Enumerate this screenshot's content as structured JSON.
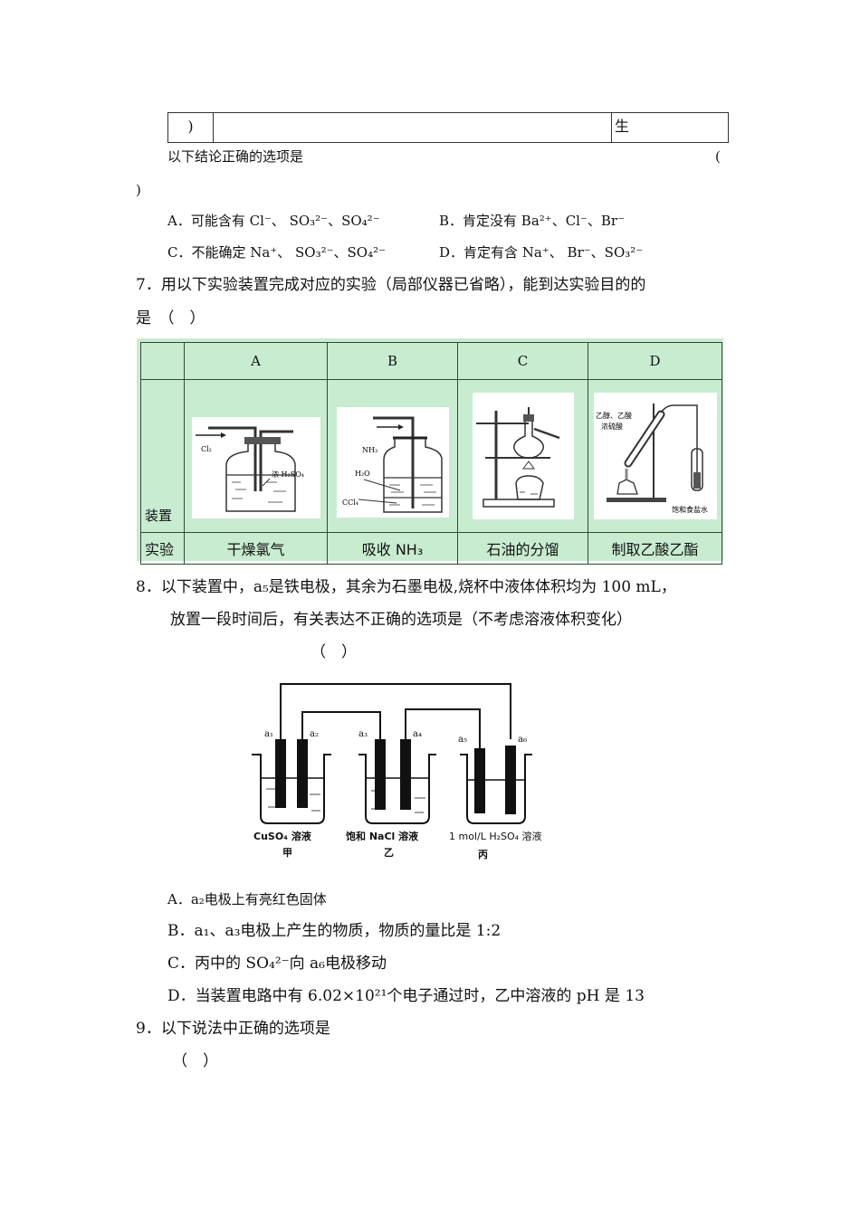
{
  "top_table": {
    "cells": [
      ")",
      "",
      "生"
    ]
  },
  "q6": {
    "stem": "以下结论正确的选项是",
    "paren_open": "(",
    "paren_close": ")",
    "options": [
      {
        "letter": "A．",
        "text": "可能含有 Cl⁻、 SO₃²⁻、SO₄²⁻"
      },
      {
        "letter": "B．",
        "text": "肯定没有 Ba²⁺、Cl⁻、Br⁻"
      },
      {
        "letter": "C．",
        "text": "不能确定 Na⁺、 SO₃²⁻、SO₄²⁻"
      },
      {
        "letter": "D．",
        "text": "肯定有含 Na⁺、 Br⁻、SO₃²⁻"
      }
    ]
  },
  "q7": {
    "stem_line1": "7．用以下实验装置完成对应的实验（局部仪器已省略），能到达实验目的的",
    "stem_line2": "是　（　）",
    "table": {
      "header": [
        "",
        "A",
        "B",
        "C",
        "D"
      ],
      "row_apparatus_label": "装置",
      "row_experiment_label": "实验",
      "experiments": [
        "干燥氯气",
        "吸收 NH₃",
        "石油的分馏",
        "制取乙酸乙酯"
      ],
      "figure_labels": {
        "A": [
          "Cl₂",
          "浓 H₂SO₄"
        ],
        "B": [
          "NH₃",
          "H₂O",
          "CCl₄"
        ],
        "C": [],
        "D": [
          "乙醇、乙酸",
          "浓硫酸",
          "饱和食盐水"
        ]
      },
      "colors": {
        "background": "#c8ecd0",
        "border": "#2f4a35"
      }
    }
  },
  "q8": {
    "stem_line1": "8．以下装置中，a₅是铁电极，其余为石墨电极,烧杯中液体体积均为 100 mL，",
    "stem_line2": "放置一段时间后，有关表达不正确的选项是（不考虑溶液体积变化）",
    "paren": "（　）",
    "figure": {
      "electrodes": [
        "a₁",
        "a₂",
        "a₃",
        "a₄",
        "a₅",
        "a₆"
      ],
      "beakers": [
        {
          "solution": "CuSO₄ 溶液",
          "name": "甲"
        },
        {
          "solution": "饱和 NaCl 溶液",
          "name": "乙"
        },
        {
          "solution": "1 mol/L  H₂SO₄ 溶液",
          "name": "丙"
        }
      ]
    },
    "options": [
      {
        "letter": "A．",
        "text": "a₂电极上有亮红色固体"
      },
      {
        "letter": "B．",
        "text": "a₁、a₃电极上产生的物质，物质的量比是 1:2"
      },
      {
        "letter": "C．",
        "text": "丙中的 SO₄²⁻向 a₆电极移动"
      },
      {
        "letter": "D．",
        "text": "当装置电路中有 6.02×10²¹个电子通过时，乙中溶液的 pH 是 13"
      }
    ]
  },
  "q9": {
    "stem": "9．以下说法中正确的选项是",
    "paren": "（　）"
  }
}
